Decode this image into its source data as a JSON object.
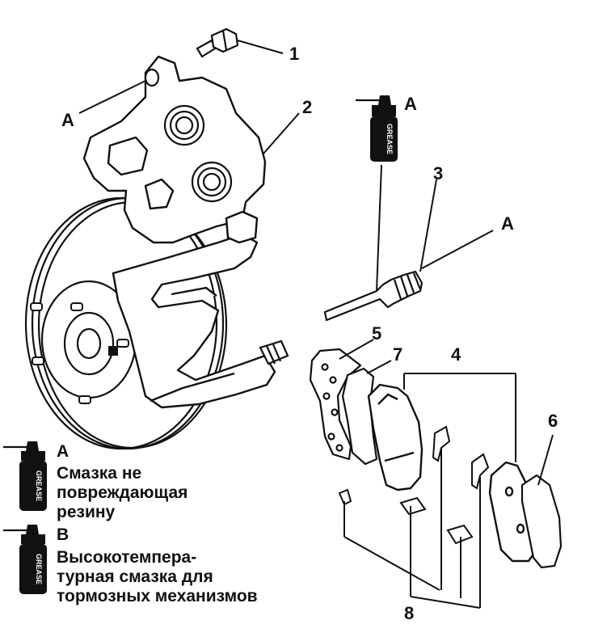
{
  "callouts": {
    "n1": "1",
    "n2": "2",
    "n3": "3",
    "n4": "4",
    "n5": "5",
    "n6": "6",
    "n7": "7",
    "n8": "8"
  },
  "labels": {
    "a_caliper": "A",
    "a_can": "A",
    "a_pin": "A"
  },
  "can_text": "GREASE",
  "legend": {
    "a": {
      "letter": "A",
      "lines": [
        "Смазка не",
        "повреждающая",
        "резину"
      ]
    },
    "b": {
      "letter": "B",
      "lines": [
        "Высокотемпера-",
        "турная смазка для",
        "тормозных механизмов"
      ]
    }
  }
}
